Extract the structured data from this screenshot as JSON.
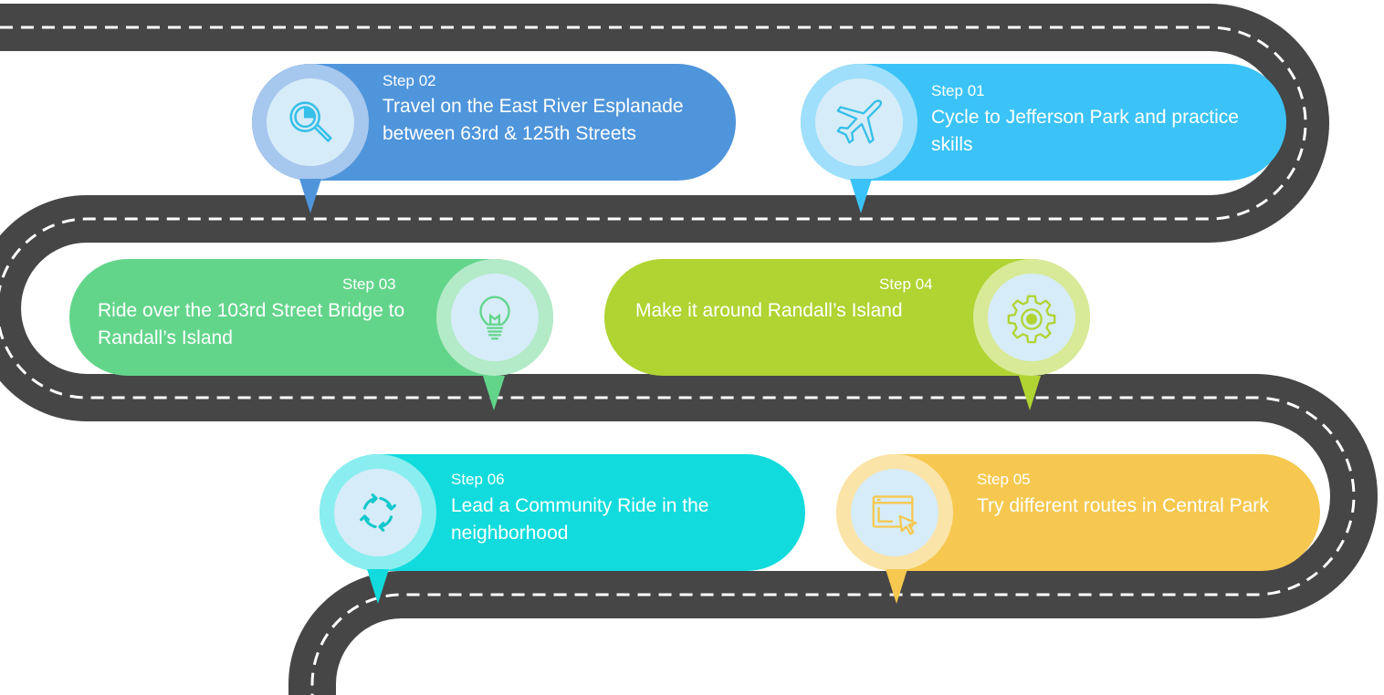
{
  "steps": [
    {
      "step": "Step 01",
      "text": "Cycle to Jefferson Park and practice skills",
      "color": "#3bc3f7",
      "ring": "#9fdffb",
      "icon": "airplane-icon"
    },
    {
      "step": "Step 02",
      "text": "Travel on the East River Esplanade between 63rd & 125th Streets",
      "color": "#4f95db",
      "ring": "#a6c7ee",
      "icon": "magnifier-chart-icon"
    },
    {
      "step": "Step 03",
      "text": "Ride over the 103rd Street Bridge to Randall’s Island",
      "color": "#63d58b",
      "ring": "#b3eac7",
      "icon": "lightbulb-icon"
    },
    {
      "step": "Step 04",
      "text": "Make it around Randall’s Island",
      "color": "#b0d432",
      "ring": "#d8ea98",
      "icon": "gear-icon"
    },
    {
      "step": "Step 05",
      "text": "Try different routes in Central Park",
      "color": "#f6c84f",
      "ring": "#fbe4a8",
      "icon": "browser-cursor-icon"
    },
    {
      "step": "Step 06",
      "text": "Lead a Community Ride in the neighborhood",
      "color": "#12dbdd",
      "ring": "#8aeef0",
      "icon": "refresh-arrows-icon"
    }
  ],
  "colors": {
    "road": "#464646",
    "road_line": "#ffffff",
    "icon_stroke": "#36bfe8"
  }
}
